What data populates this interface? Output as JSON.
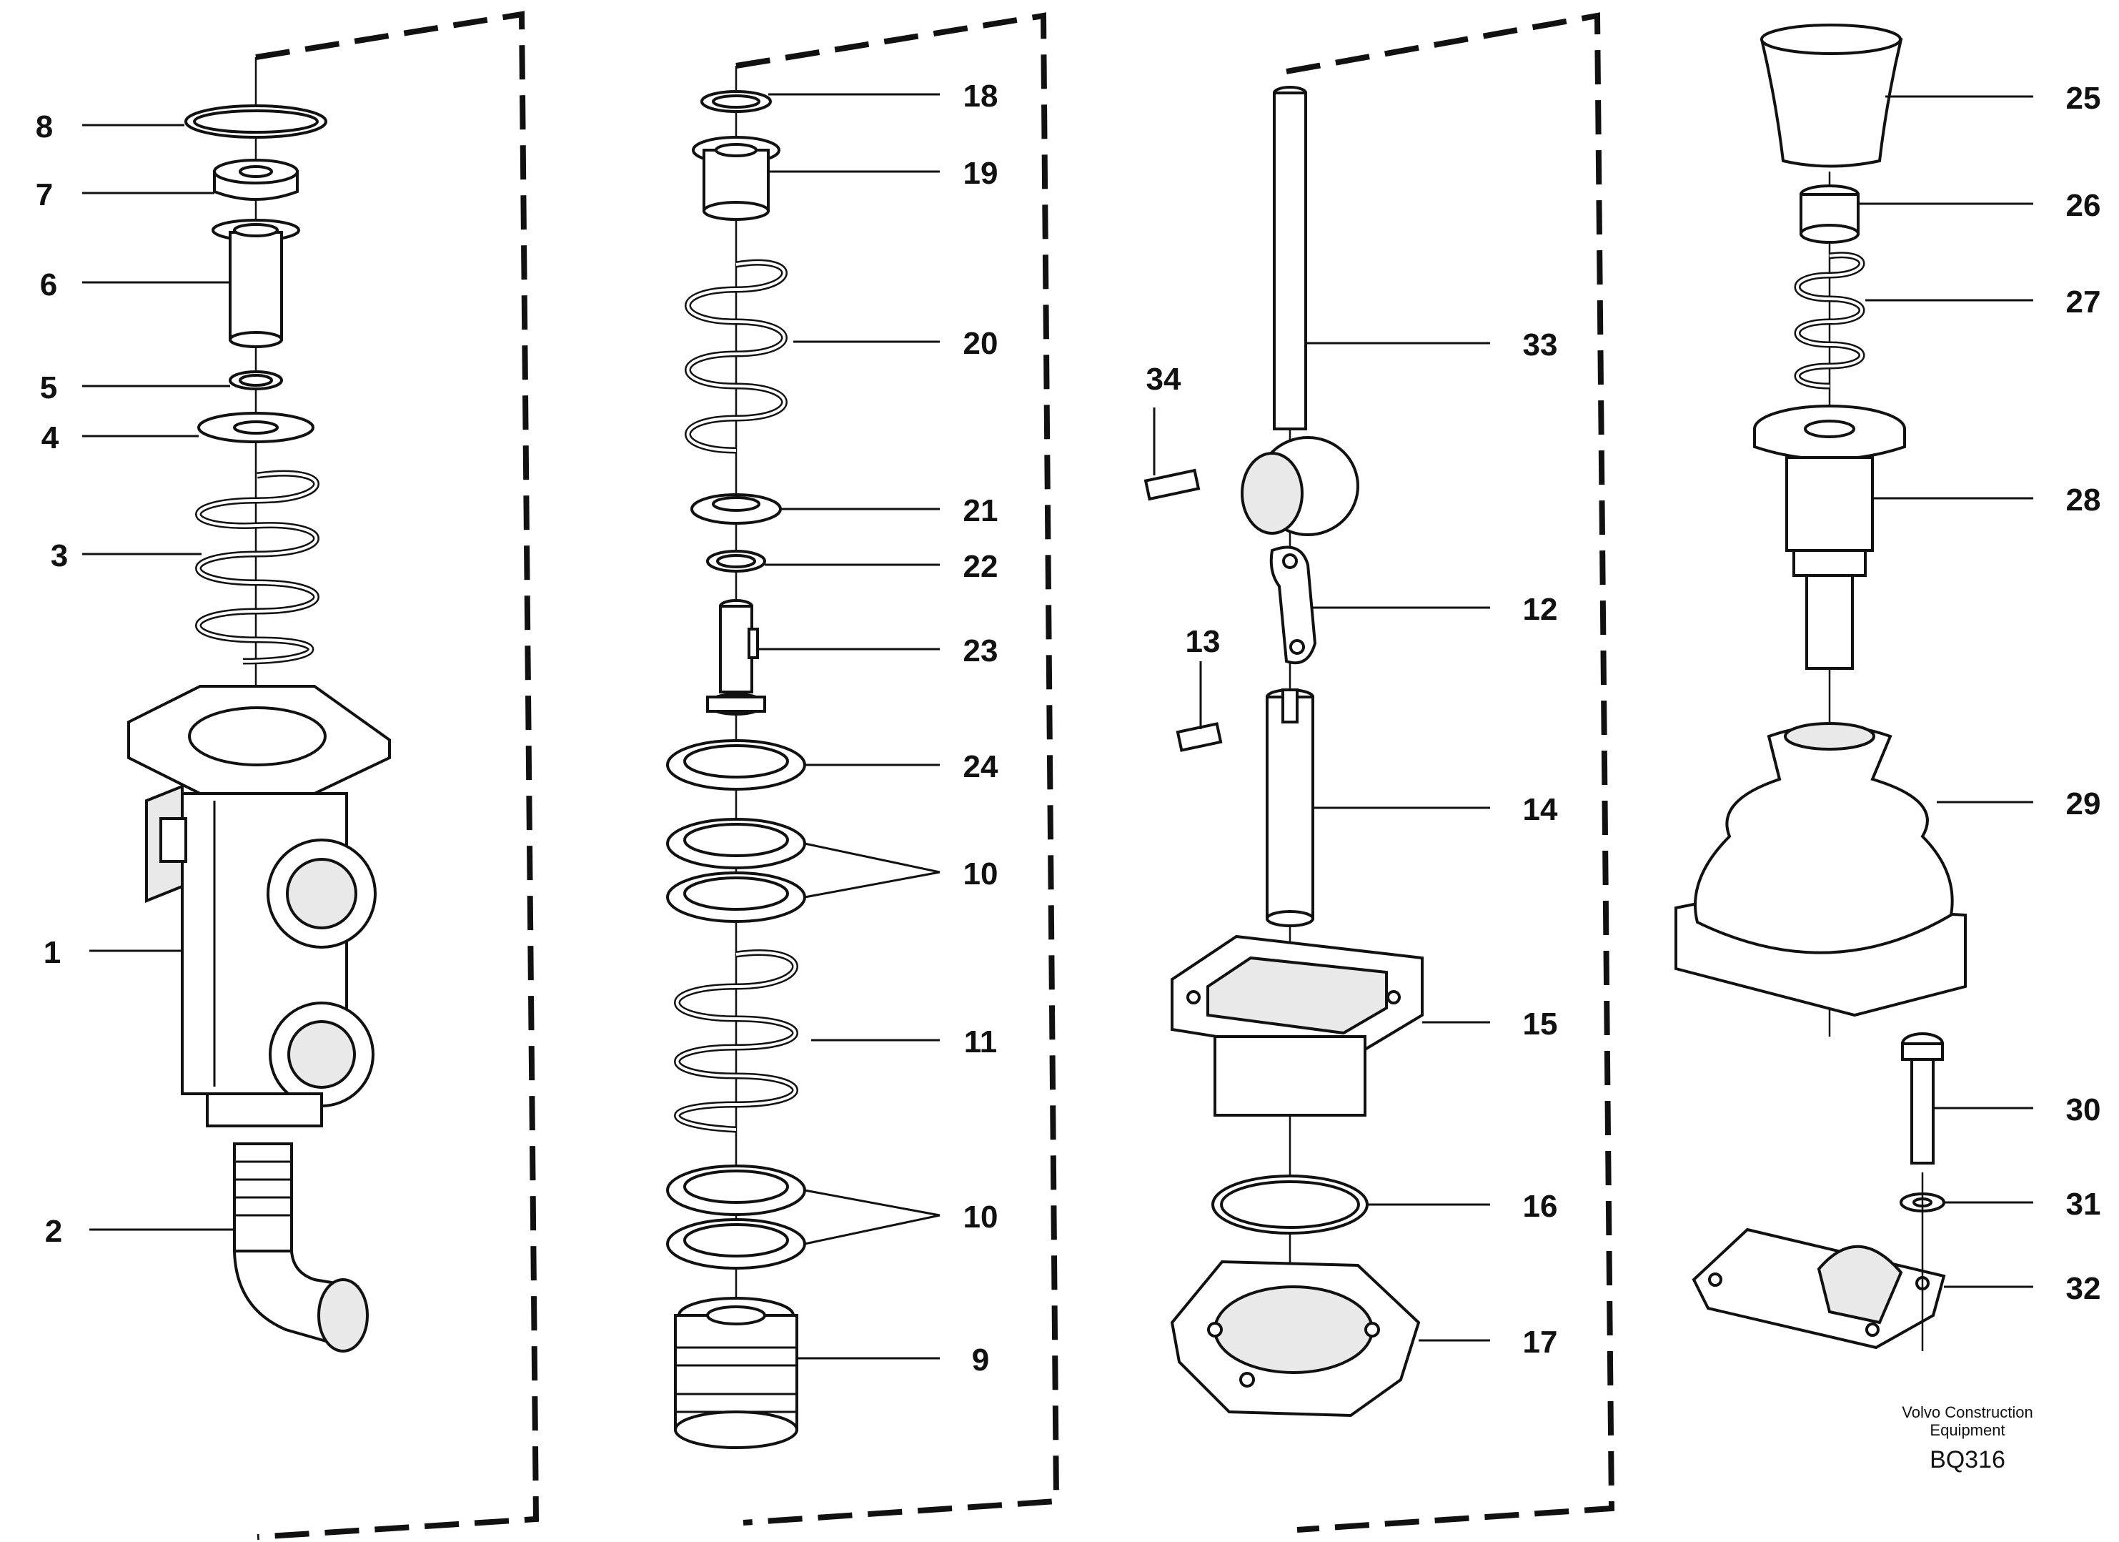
{
  "labels": {
    "p1": "1",
    "p2": "2",
    "p3": "3",
    "p4": "4",
    "p5": "5",
    "p6": "6",
    "p7": "7",
    "p8": "8",
    "p9": "9",
    "p10a": "10",
    "p10b": "10",
    "p11": "11",
    "p12": "12",
    "p13": "13",
    "p14": "14",
    "p15": "15",
    "p16": "16",
    "p17": "17",
    "p18": "18",
    "p19": "19",
    "p20": "20",
    "p21": "21",
    "p22": "22",
    "p23": "23",
    "p24": "24",
    "p25": "25",
    "p26": "26",
    "p27": "27",
    "p28": "28",
    "p29": "29",
    "p30": "30",
    "p31": "31",
    "p32": "32",
    "p33": "33",
    "p34": "34"
  },
  "caption": {
    "line1": "Volvo Construction",
    "line2": "Equipment",
    "code": "BQ316"
  }
}
